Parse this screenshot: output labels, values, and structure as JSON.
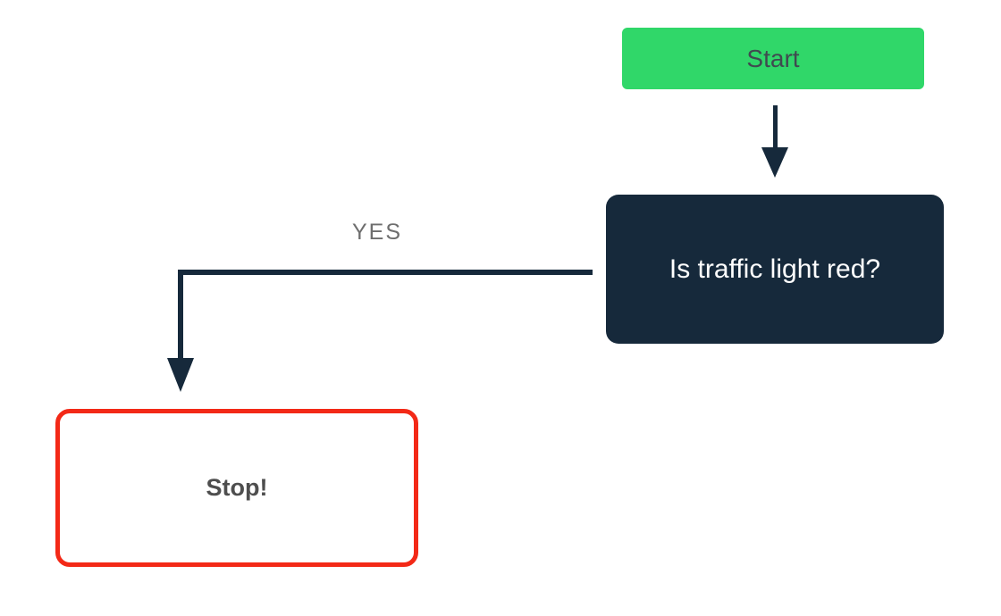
{
  "colors": {
    "background": "#ffffff",
    "start_fill": "#30d769",
    "start_text": "#404a50",
    "decision_fill": "#16293b",
    "decision_text": "#ffffff",
    "stop_fill": "#ffffff",
    "stop_border": "#f32917",
    "stop_text": "#4e4e4e",
    "edge_stroke": "#16293b",
    "edge_label_text": "#6e6e6e"
  },
  "nodes": {
    "start": {
      "label": "Start",
      "type": "start"
    },
    "decision": {
      "label": "Is traffic light red?",
      "type": "decision"
    },
    "stop": {
      "label": "Stop!",
      "type": "terminal"
    }
  },
  "edges": {
    "decision_to_stop": {
      "label": "YES"
    }
  }
}
